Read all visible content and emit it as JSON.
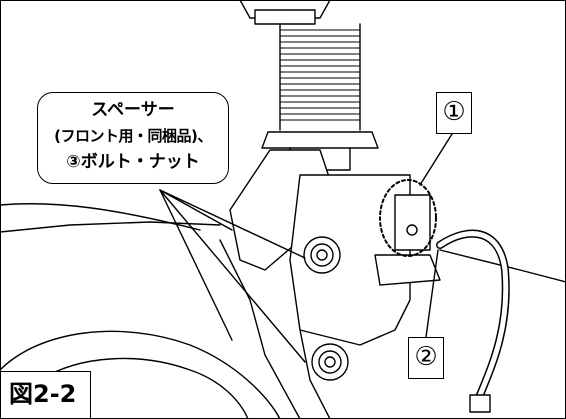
{
  "callout": {
    "line1": "スペーサー",
    "line2": "(フロント用・同梱品)、",
    "line3": "③ボルト・ナット"
  },
  "labels": {
    "marker_1": "①",
    "marker_2": "②",
    "figure": "図2-2"
  }
}
